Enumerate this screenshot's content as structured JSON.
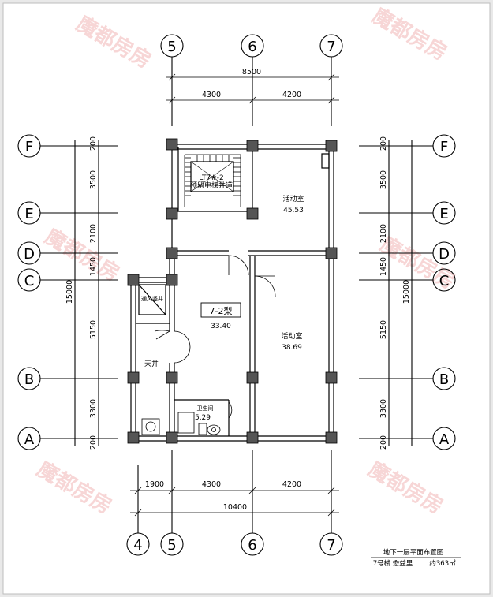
{
  "watermark": "魔都房房",
  "axes_top": [
    "5",
    "6",
    "7"
  ],
  "axes_bottom": [
    "4",
    "5",
    "6",
    "7"
  ],
  "axes_rows": [
    "F",
    "E",
    "D",
    "C",
    "B",
    "A"
  ],
  "dims": {
    "top_total": "8500",
    "top_56": "4300",
    "top_67": "4200",
    "bottom_45": "1900",
    "bottom_56": "4300",
    "bottom_67": "4200",
    "bottom_total": "10400",
    "row_FE": "3500",
    "row_ED": "2100",
    "row_DC": "1450",
    "row_CB": "5150",
    "row_BA": "3300",
    "row_top_small": "200",
    "row_bottom_small": "200",
    "row_total": "15000"
  },
  "rooms": {
    "lt_label": "LT7#-2",
    "lt_sub": "预留电梯井道",
    "activity_upper": "活动室",
    "activity_upper_area": "45.53",
    "activity_lower": "活动室",
    "activity_lower_area": "38.69",
    "unit_name": "7-2梨",
    "unit_area": "33.40",
    "shaft": "天井",
    "vent": "通风竖井",
    "wc": "卫生间",
    "wc_area": "5.29"
  },
  "caption": {
    "title": "地下一层平面布置图",
    "building": "7号楼 懋益里",
    "area": "约363㎡"
  }
}
